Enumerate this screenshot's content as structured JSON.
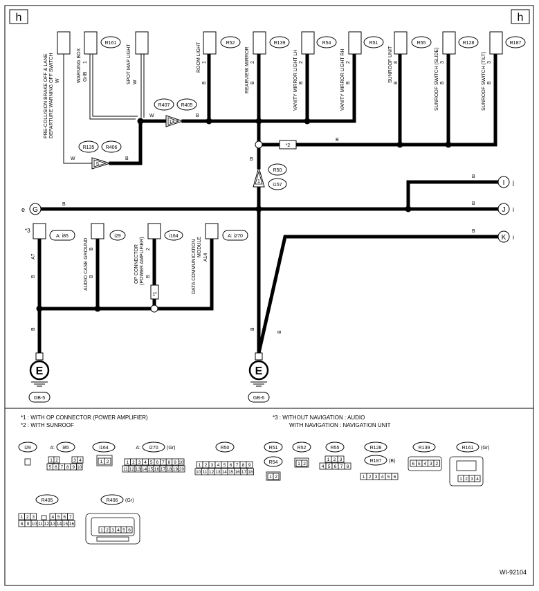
{
  "page_markers": {
    "left": "h",
    "right": "h"
  },
  "figure_id": "WI-92104",
  "top_components": [
    {
      "key": "precollision",
      "name_line1": "PRE-COLLISION BRAKE OFF & LANE",
      "name_line2": "DEPARTURE WARNING OFF SWITCH",
      "wire": "W"
    },
    {
      "key": "warning_box",
      "name": "WARNING BOX",
      "conn": "R161",
      "pin": "1",
      "wire": "Gr/B"
    },
    {
      "key": "spot_map",
      "name": "SPOT MAP LIGHT",
      "wire": "W"
    },
    {
      "key": "room_light",
      "name": "ROOM LIGHT",
      "conn": "R52",
      "pin": "1",
      "wire": "B"
    },
    {
      "key": "rearview",
      "name": "REARVIEW MIRROR",
      "conn": "R139",
      "pin": "2",
      "wire": "B"
    },
    {
      "key": "vanity_lh",
      "name": "VANITY MIRROR LIGHT LH",
      "conn": "R54",
      "pin": "2",
      "wire": "B"
    },
    {
      "key": "vanity_rh",
      "name": "VANITY MIRROR LIGHT RH",
      "conn": "R51",
      "pin": "2",
      "wire": "B"
    },
    {
      "key": "sunroof_unit",
      "name": "SUNROOF UNIT",
      "conn": "R55",
      "pin": "8",
      "wire": "B"
    },
    {
      "key": "sunroof_slide",
      "name": "SUNROOF SWITCH (SLIDE)",
      "conn": "R128",
      "pin": "3",
      "wire": "B"
    },
    {
      "key": "sunroof_tilt",
      "name": "SUNROOF SWITCH (TILT)",
      "conn": "R187",
      "pin": "3",
      "wire": "B"
    }
  ],
  "joints": {
    "j13": {
      "c1": "R407",
      "c2": "R405",
      "num": "13"
    },
    "j5": {
      "c1": "R135",
      "c2": "R406",
      "num": "5"
    },
    "j1": {
      "c1": "R50",
      "c2": "i157",
      "num": "1"
    }
  },
  "wire_labels": {
    "w": "W",
    "b": "B",
    "star2": "*2",
    "star1": "*1",
    "star3": "*3"
  },
  "side_ends": {
    "e_left": {
      "letter": "G",
      "page": "e"
    },
    "j_upper": {
      "letter": "I",
      "page": "j"
    },
    "i_mid": {
      "letter": "J",
      "page": "i"
    },
    "i_low": {
      "letter": "K",
      "page": "i"
    }
  },
  "bottom_components": [
    {
      "key": "audio_nav",
      "conn": "A: i85",
      "pin": "A7",
      "wire": "B"
    },
    {
      "key": "audio_ground",
      "name": "AUDIO CASE GROUND",
      "conn": "i29",
      "pin": "B",
      "wire": "B"
    },
    {
      "key": "op_conn",
      "name_line1": "OP CONNECTOR",
      "name_line2": "(POWER AMPLIFIER)",
      "conn": "i164",
      "pin": "2",
      "wire": "B"
    },
    {
      "key": "dcm",
      "name_line1": "DATA COMMUNICATION",
      "name_line2": "MODULE",
      "conn": "A: i270",
      "pin": "A14",
      "wire": "B"
    }
  ],
  "grounds": [
    {
      "letter": "E",
      "label": "GB-5"
    },
    {
      "letter": "E",
      "label": "GB-6"
    }
  ],
  "notes": {
    "n1": "*1  : WITH OP CONNECTOR (POWER AMPLIFIER)",
    "n2": "*2  : WITH SUNROOF",
    "n3a": "*3  : WITHOUT NAVIGATION  : AUDIO",
    "n3b": "WITH NAVIGATION  : NAVIGATION UNIT"
  },
  "connector_views": [
    {
      "label": "i29"
    },
    {
      "label": "i85",
      "prefix": "A:",
      "pins": [
        "1",
        "2",
        "3",
        "4",
        "5",
        "6",
        "7",
        "8",
        "9",
        "10"
      ]
    },
    {
      "label": "i164",
      "pins": [
        "1",
        "2"
      ]
    },
    {
      "label": "i270",
      "prefix": "A:",
      "suffix": "(Gr)",
      "pins": [
        "1",
        "2",
        "3",
        "4",
        "5",
        "6",
        "7",
        "8",
        "9",
        "10",
        "11",
        "12",
        "13",
        "14",
        "15",
        "16",
        "17",
        "18",
        "19",
        "20"
      ]
    },
    {
      "label": "R50",
      "pins": [
        "1",
        "2",
        "3",
        "4",
        "5",
        "6",
        "7",
        "8",
        "9",
        "10",
        "11",
        "12",
        "13",
        "14",
        "15",
        "16",
        "17",
        "18"
      ]
    },
    {
      "label": "R51"
    },
    {
      "label": "R54",
      "pins": [
        "1",
        "2"
      ]
    },
    {
      "label": "R52",
      "pins": [
        "1",
        "2"
      ]
    },
    {
      "label": "R55",
      "pins": [
        "1",
        "2",
        "3",
        "4",
        "5",
        "6",
        "7",
        "8"
      ]
    },
    {
      "label": "R128"
    },
    {
      "label": "R187",
      "suffix": "(B)",
      "pins": [
        "1",
        "2",
        "3",
        "4",
        "5",
        "6"
      ]
    },
    {
      "label": "R139",
      "pins": [
        "6",
        "5",
        "4",
        "3",
        "2",
        "1"
      ]
    },
    {
      "label": "R161",
      "suffix": "(Gr)",
      "pins": [
        "1",
        "2",
        "3",
        "4"
      ]
    },
    {
      "label": "R405",
      "pins": [
        "1",
        "2",
        "3",
        "4",
        "5",
        "6",
        "7",
        "8",
        "9",
        "10",
        "11",
        "12",
        "13",
        "14",
        "15",
        "16"
      ]
    },
    {
      "label": "R406",
      "suffix": "(Gr)",
      "pins": [
        "1",
        "2",
        "3",
        "4",
        "5",
        "6"
      ]
    }
  ],
  "colors": {
    "line": "#000000",
    "background": "#ffffff"
  }
}
